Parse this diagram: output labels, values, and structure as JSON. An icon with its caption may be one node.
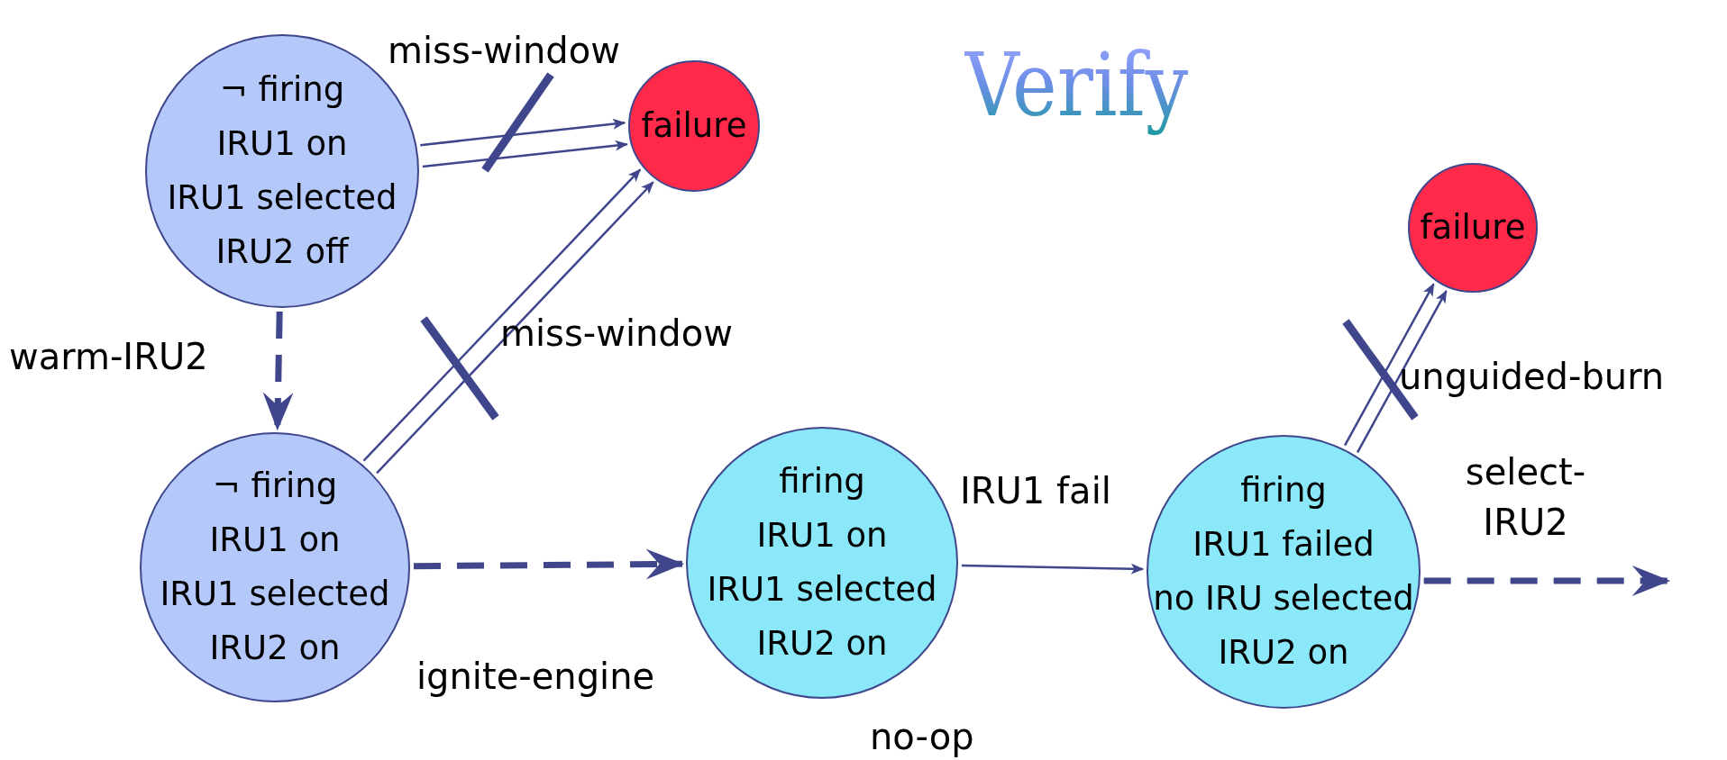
{
  "diagram": {
    "title": "Verify",
    "nodes": [
      {
        "text": [
          "¬ firing",
          "IRU1 on",
          "IRU1 selected",
          "IRU2 off"
        ]
      },
      {
        "text": [
          "failure"
        ]
      },
      {
        "text": [
          "¬ firing",
          "IRU1 on",
          "IRU1 selected",
          "IRU2 on"
        ]
      },
      {
        "text": [
          "firing",
          "IRU1 on",
          "IRU1 selected",
          "IRU2 on"
        ]
      },
      {
        "text": [
          "firing",
          "IRU1 failed",
          "no IRU selected",
          "IRU2 on"
        ]
      },
      {
        "text": [
          "failure"
        ]
      }
    ],
    "edges": [
      {
        "from": 0,
        "to": 1,
        "arrow": "to",
        "label": "miss-window"
      },
      {
        "from": 0,
        "to": 1,
        "arrow": "to"
      },
      {
        "from": 0,
        "to": 2,
        "arrow": "to",
        "label": "warm-IRU2",
        "style": "dashed"
      },
      {
        "from": 2,
        "to": 1,
        "arrow": "to",
        "label": "miss-window"
      },
      {
        "from": 2,
        "to": 1,
        "arrow": "to"
      },
      {
        "from": 2,
        "to": 3,
        "arrow": "to",
        "label": "ignite-engine",
        "style": "dashed"
      },
      {
        "from": 3,
        "to": 4,
        "arrow": "to",
        "label": "IRU1 fail"
      },
      {
        "from": 4,
        "to": 5,
        "arrow": "to",
        "label": "unguided-burn"
      },
      {
        "from": 4,
        "to": 5,
        "arrow": "to"
      },
      {
        "from": 4,
        "to": null,
        "arrow": "to",
        "label": "select- IRU2",
        "style": "dashed"
      }
    ],
    "labels": [
      "no-op"
    ]
  }
}
